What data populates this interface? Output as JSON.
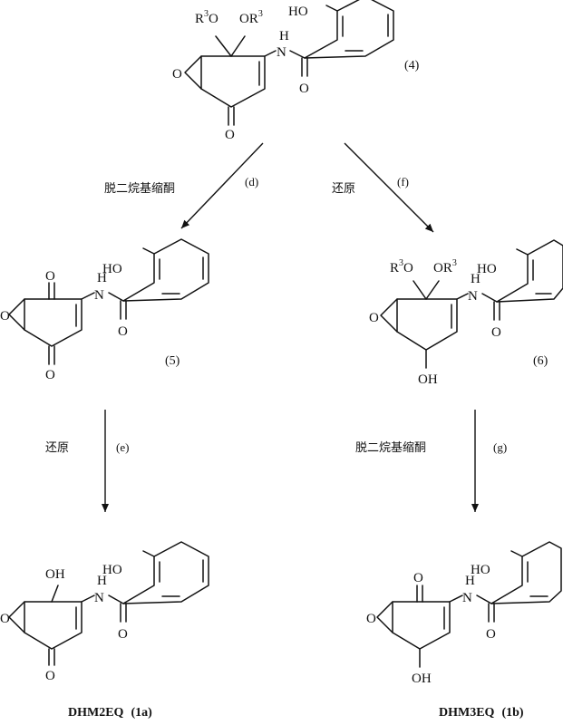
{
  "compounds": {
    "c4": {
      "number": "(4)",
      "substituent_left": "R",
      "substituent_left_suffix": "O",
      "substituent_right": "OR",
      "sup": "3",
      "phenol": "HO",
      "amide_nh": "H",
      "amide_n": "N",
      "epoxide_o": "O",
      "ketone_o": "O",
      "carbonyl_o": "O"
    },
    "c5": {
      "number": "(5)",
      "ketone_top_o": "O",
      "ketone_bottom_o": "O",
      "phenol": "HO",
      "amide_nh": "H",
      "amide_n": "N",
      "epoxide_o": "O",
      "carbonyl_o": "O"
    },
    "c6": {
      "number": "(6)",
      "substituent_left": "R",
      "substituent_left_suffix": "O",
      "substituent_right": "OR",
      "sup": "3",
      "phenol": "HO",
      "amide_nh": "H",
      "amide_n": "N",
      "epoxide_o": "O",
      "hydroxyl": "OH",
      "carbonyl_o": "O"
    },
    "c1a": {
      "name": "DHM2EQ",
      "number": "(1a)",
      "hydroxyl": "OH",
      "phenol": "HO",
      "amide_nh": "H",
      "amide_n": "N",
      "epoxide_o": "O",
      "ketone_o": "O",
      "carbonyl_o": "O"
    },
    "c1b": {
      "name": "DHM3EQ",
      "number": "(1b)",
      "ketone_o": "O",
      "phenol": "HO",
      "amide_nh": "H",
      "amide_n": "N",
      "epoxide_o": "O",
      "hydroxyl": "OH",
      "carbonyl_o": "O"
    }
  },
  "steps": {
    "d": {
      "label": "(d)",
      "condition": "脱二烷基缩酮"
    },
    "f": {
      "label": "(f)",
      "condition": "还原"
    },
    "e": {
      "label": "(e)",
      "condition": "还原"
    },
    "g": {
      "label": "(g)",
      "condition": "脱二烷基缩酮"
    }
  }
}
